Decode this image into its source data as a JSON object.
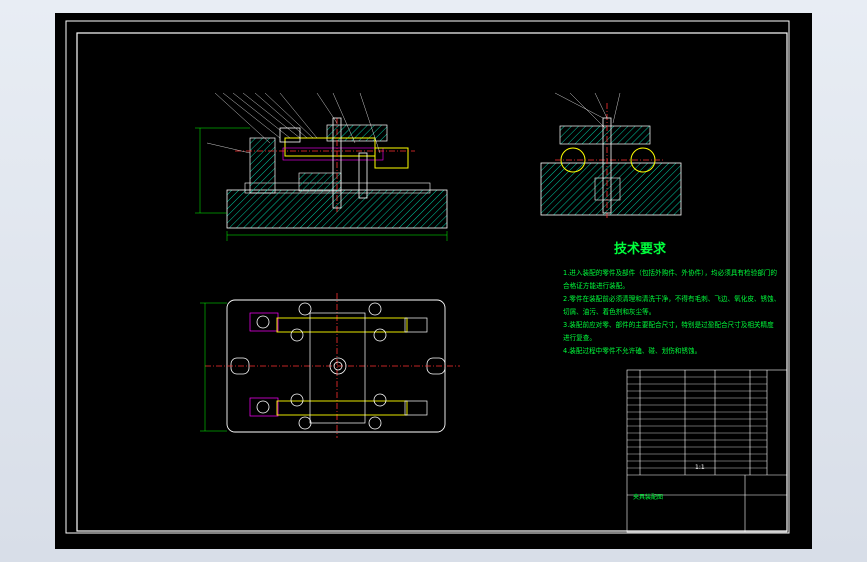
{
  "drawing": {
    "technical_requirements": {
      "title": "技术要求",
      "lines": [
        "1.进入装配的零件及部件（包括外购件、外协件），均必须具有检验部门的",
        "  合格证方能进行装配。",
        "2.零件在装配前必须清理和清洗干净，不得有毛刺、飞边、氧化皮、锈蚀、",
        "  切屑、油污、着色剂和灰尘等。",
        "3.装配前应对零、部件的主要配合尺寸，特别是过盈配合尺寸及相关精度",
        "  进行复查。",
        "4.装配过程中零件不允许磕、碰、划伤和锈蚀。"
      ]
    },
    "title_block": {
      "scale_text": "1:1",
      "title_text": "夹具装配图"
    }
  },
  "colors": {
    "background": "#000000",
    "frame": "#ffffff",
    "hatch": "#00c8a0",
    "part": "#ffff00",
    "centerline": "#ff3030",
    "dimension": "#00ff00",
    "hole": "#ff00ff",
    "text_green": "#00ff3c"
  }
}
